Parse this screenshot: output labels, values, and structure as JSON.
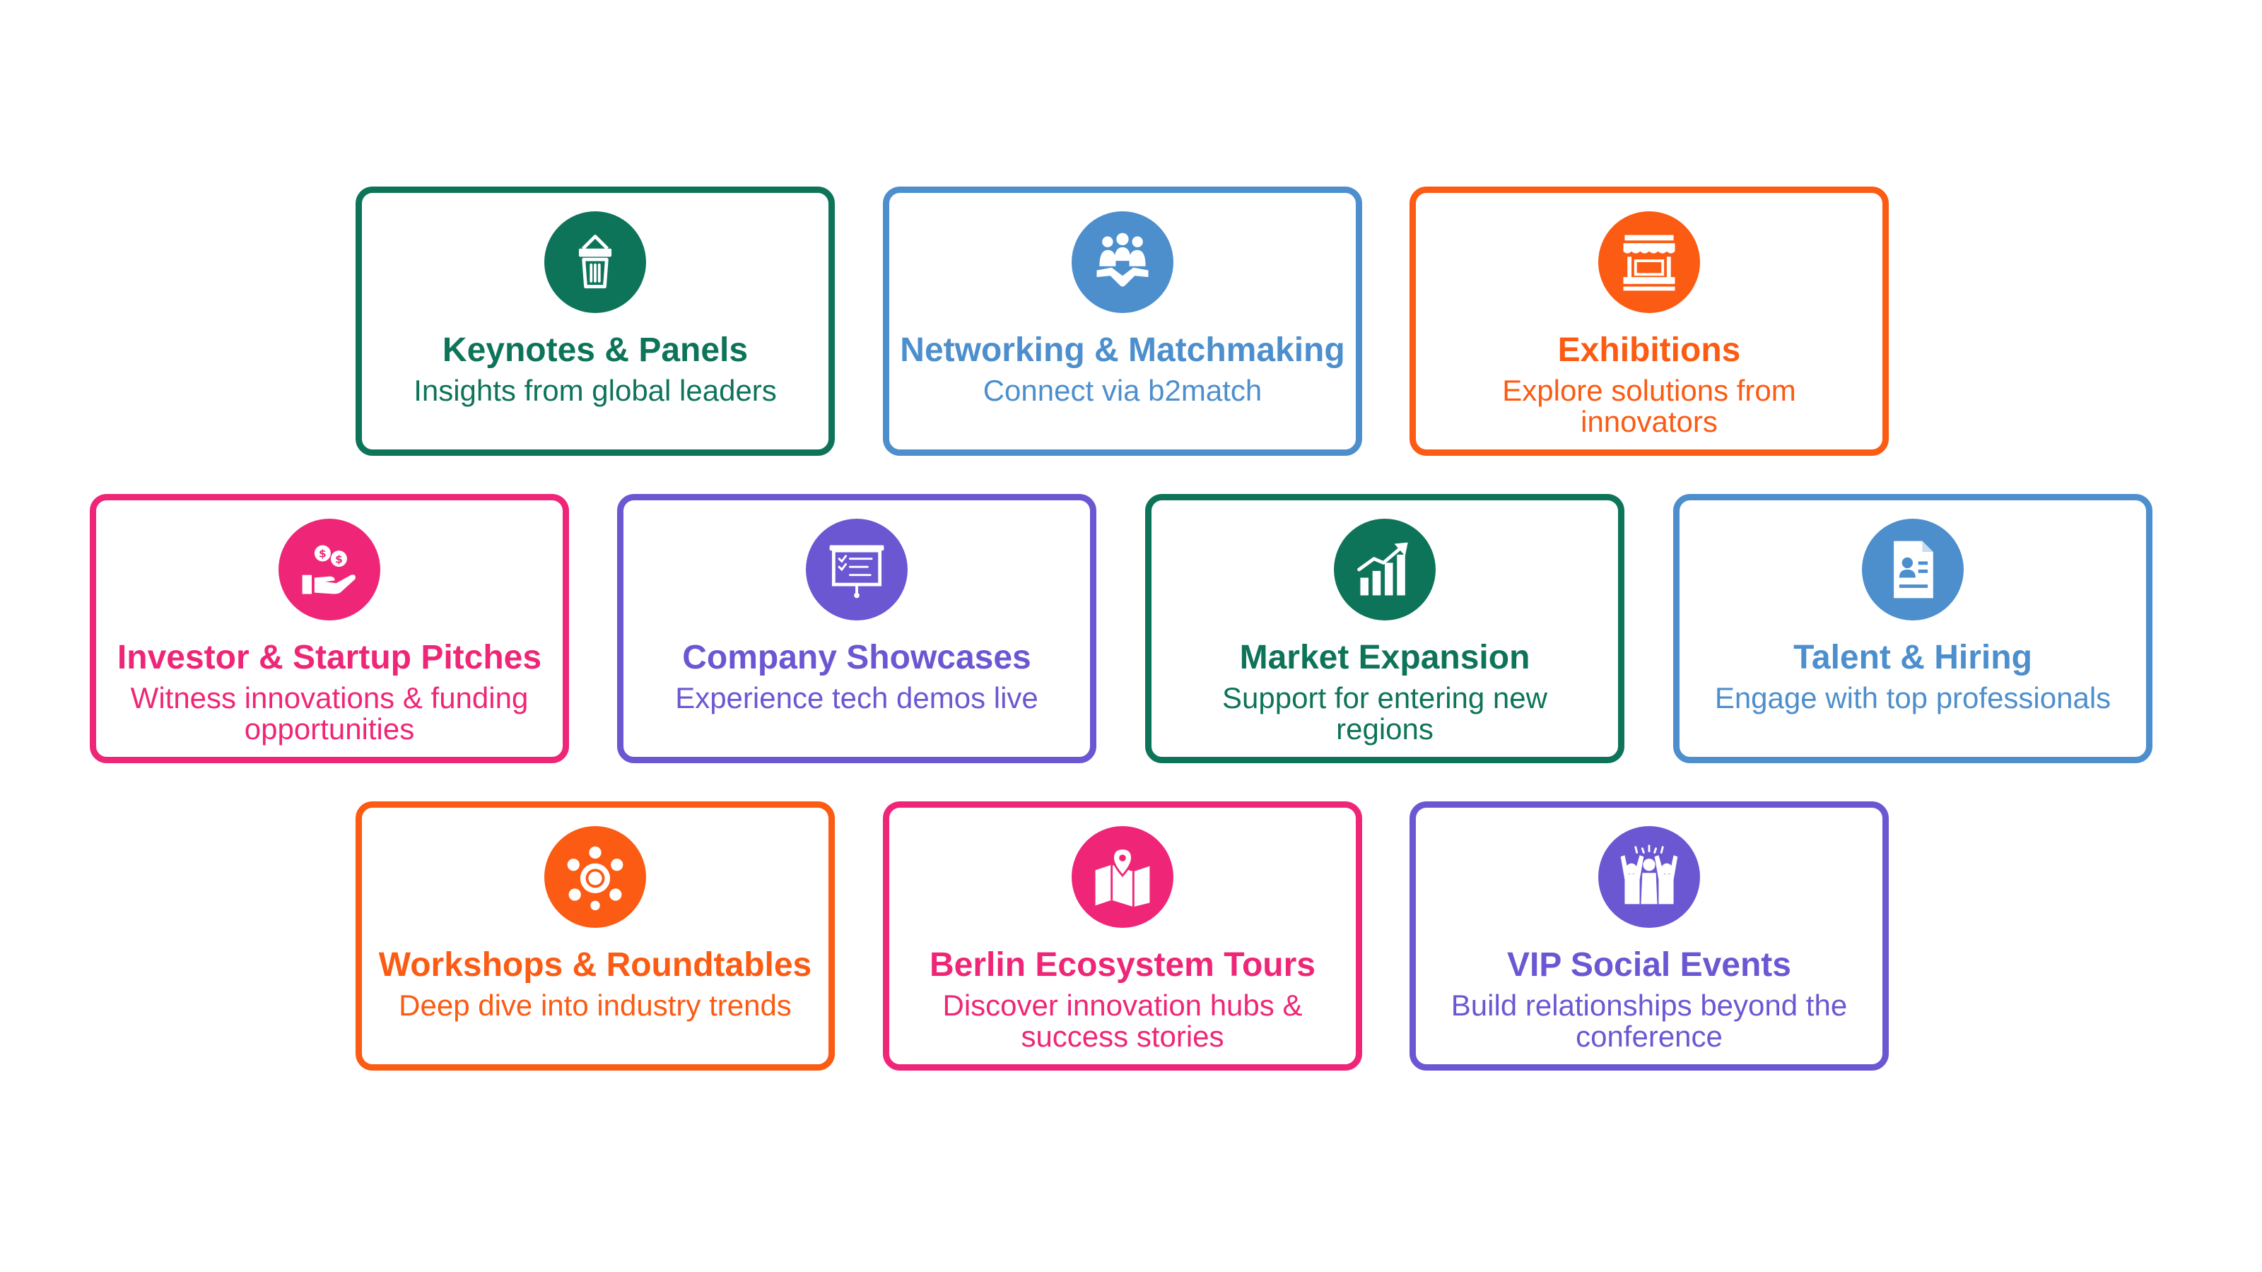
{
  "cards": [
    {
      "title": "Keynotes & Panels",
      "subtitle": "Insights from global leaders",
      "icon": "speaker-podium-icon",
      "color": "#0e7459"
    },
    {
      "title": "Networking & Matchmaking",
      "subtitle": "Connect via b2match",
      "icon": "handshake-group-icon",
      "color": "#4d8fcd"
    },
    {
      "title": "Exhibitions",
      "subtitle": "Explore solutions from innovators",
      "icon": "market-stall-icon",
      "color": "#fb5b13"
    },
    {
      "title": "Investor & Startup Pitches",
      "subtitle": "Witness innovations & funding opportunities",
      "icon": "hand-money-icon",
      "color": "#ef2677"
    },
    {
      "title": "Company Showcases",
      "subtitle": "Experience tech demos live",
      "icon": "presentation-board-icon",
      "color": "#6c57d3"
    },
    {
      "title": "Market Expansion",
      "subtitle": "Support for entering new regions",
      "icon": "growth-chart-icon",
      "color": "#0e7459"
    },
    {
      "title": "Talent & Hiring",
      "subtitle": "Engage with top professionals",
      "icon": "resume-document-icon",
      "color": "#4d8fcd"
    },
    {
      "title": "Workshops & Roundtables",
      "subtitle": "Deep dive into industry trends",
      "icon": "roundtable-icon",
      "color": "#fb5b13"
    },
    {
      "title": "Berlin Ecosystem Tours",
      "subtitle": "Discover innovation hubs & success stories",
      "icon": "map-pin-icon",
      "color": "#ef2677"
    },
    {
      "title": "VIP Social Events",
      "subtitle": "Build relationships beyond the conference",
      "icon": "celebrating-people-icon",
      "color": "#6c57d3"
    }
  ]
}
